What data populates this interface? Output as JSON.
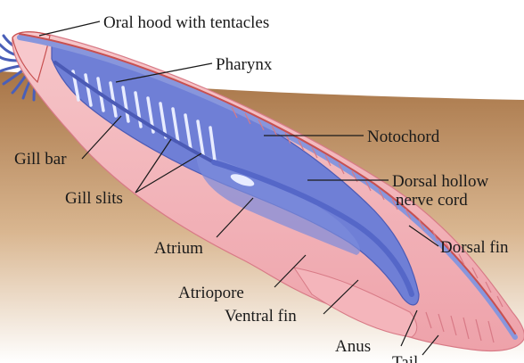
{
  "labels": {
    "oral_hood": "Oral hood with tentacles",
    "pharynx": "Pharynx",
    "notochord": "Notochord",
    "gill_bar": "Gill bar",
    "dorsal_hollow_line1": "Dorsal hollow",
    "dorsal_hollow_line2": "nerve cord",
    "gill_slits": "Gill slits",
    "atrium": "Atrium",
    "dorsal_fin": "Dorsal fin",
    "atriopore": "Atriopore",
    "ventral_fin": "Ventral fin",
    "anus": "Anus",
    "tail": "Tail"
  },
  "colors": {
    "sediment": "#b8865a",
    "body": "#f2b3b8",
    "pharynx_gut": "#6f7fd6",
    "notochord": "#8896dc",
    "nerve_cord": "#c85050",
    "tentacles": "#4a5fb8"
  }
}
